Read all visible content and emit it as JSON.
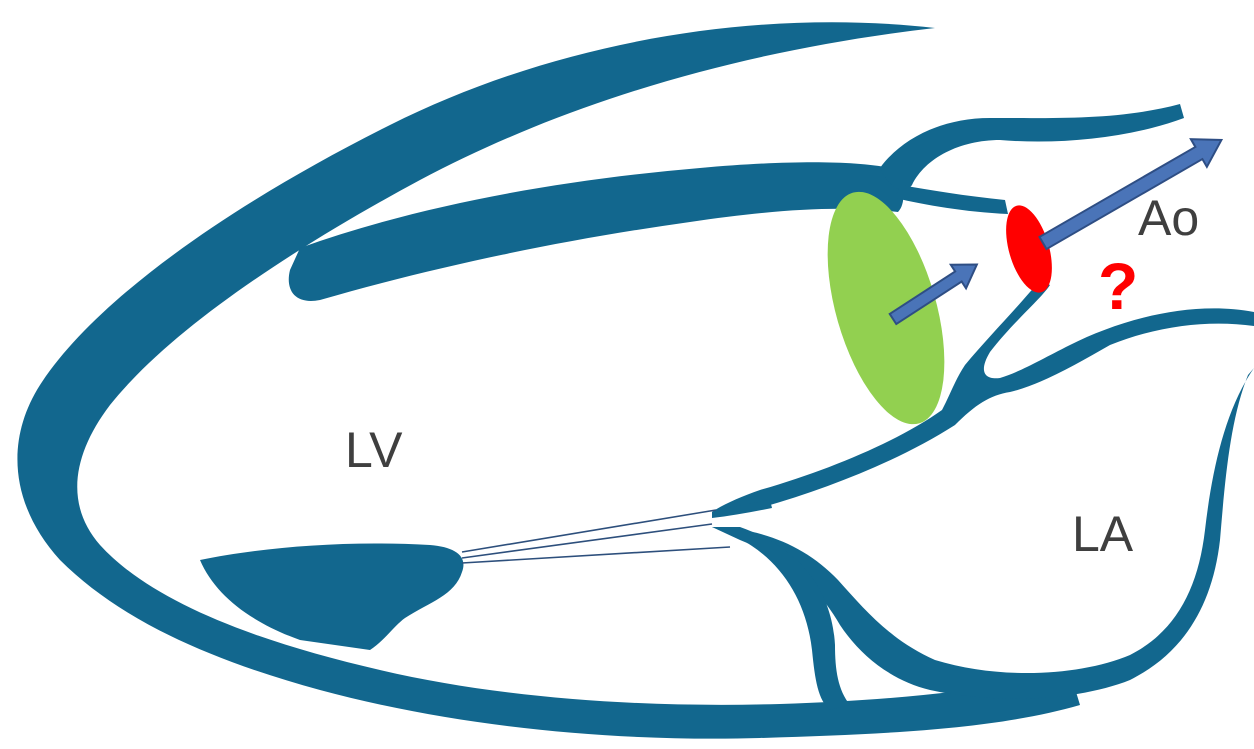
{
  "labels": {
    "lv": "LV",
    "la": "LA",
    "ao": "Ao",
    "question": "?"
  },
  "colors": {
    "wall": "#12678e",
    "inflow_region": "#92d050",
    "outflow_region": "#ff0000",
    "arrow_fill": "#4a74b8",
    "arrow_stroke": "#2e4e84",
    "question_mark": "#ff0000",
    "label_text": "#3f3f3f",
    "chordae": "#2d4f7c"
  },
  "icons": {
    "green_region": "green-ellipse",
    "red_region": "red-ellipse",
    "arrow_short": "blue-arrow",
    "arrow_long": "blue-arrow"
  }
}
